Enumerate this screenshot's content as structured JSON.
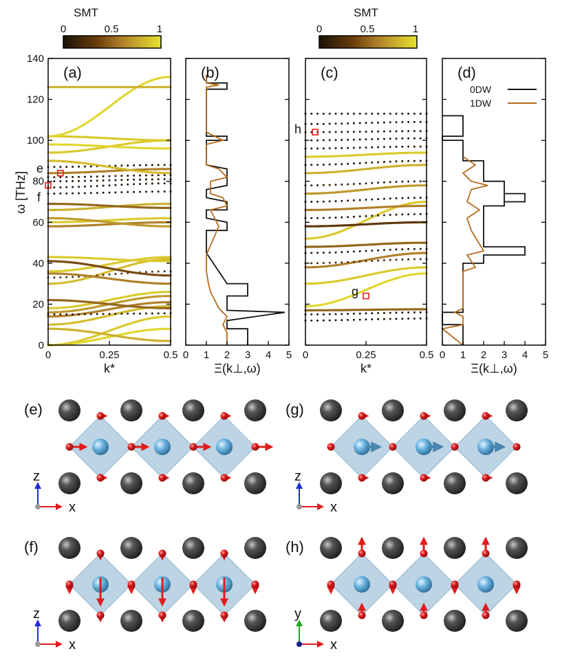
{
  "colorbar": {
    "title": "SMT",
    "ticks": [
      "0",
      "0.5",
      "1"
    ],
    "stops": [
      "#1a1208",
      "#7a4a10",
      "#b8862a",
      "#e6de2c"
    ]
  },
  "panels": {
    "a": {
      "label": "(a)",
      "xlabel": "k*",
      "xticks": [
        "0",
        "0.25",
        "0.5"
      ],
      "flags": [
        {
          "label": "e"
        },
        {
          "label": "f"
        }
      ]
    },
    "b": {
      "label": "(b)",
      "xlabel": "Ξ(k⊥,ω)",
      "xticks": [
        "0",
        "1",
        "2",
        "3",
        "4",
        "5"
      ]
    },
    "c": {
      "label": "(c)",
      "xlabel": "k*",
      "xticks": [
        "0",
        "0.25",
        "0.5"
      ],
      "flags": [
        {
          "label": "g"
        },
        {
          "label": "h"
        }
      ]
    },
    "d": {
      "label": "(d)",
      "xlabel": "Ξ(k⊥,ω)",
      "xticks": [
        "0",
        "1",
        "2",
        "3",
        "4",
        "5"
      ]
    },
    "legend": {
      "items": [
        {
          "name": "0DW",
          "color": "#111111"
        },
        {
          "name": "1DW",
          "color": "#b56b1a"
        }
      ]
    }
  },
  "yaxis": {
    "label": "ω [THz]",
    "ticks": [
      "0",
      "20",
      "40",
      "60",
      "80",
      "100",
      "120",
      "140"
    ]
  },
  "structures": [
    {
      "id": "e",
      "label": "(e)",
      "axes": [
        "z",
        "x"
      ],
      "mode": "horizontal"
    },
    {
      "id": "g",
      "label": "(g)",
      "axes": [
        "z",
        "x"
      ],
      "mode": "center"
    },
    {
      "id": "f",
      "label": "(f)",
      "axes": [
        "z",
        "x"
      ],
      "mode": "vertical"
    },
    {
      "id": "h",
      "label": "(h)",
      "axes": [
        "y",
        "x"
      ],
      "mode": "outer"
    }
  ],
  "colors": {
    "atom_dark": "#3c3c3e",
    "atom_red": "#e01c1c",
    "atom_blue": "#5fa8d6",
    "octahedron": "#a7c6dc"
  },
  "chart_data": [
    {
      "type": "scatter",
      "panel": "a",
      "xlabel": "k*",
      "ylabel": "ω [THz]",
      "xlim": [
        0,
        0.5
      ],
      "ylim": [
        0,
        140
      ],
      "colorbar": "SMT",
      "branches": [
        {
          "y0": 0,
          "y1": 8,
          "c": 0.95
        },
        {
          "y0": 0,
          "y1": 14,
          "c": 0.9
        },
        {
          "y0": 8,
          "y1": 2,
          "c": 0.8
        },
        {
          "y0": 10,
          "y1": 19,
          "c": 0.85
        },
        {
          "y0": 14,
          "y1": 21,
          "c": 0.6
        },
        {
          "y0": 15,
          "y1": 15.5,
          "c": 0.05
        },
        {
          "y0": 16,
          "y1": 24,
          "c": 0.7
        },
        {
          "y0": 18,
          "y1": 26,
          "c": 0.9
        },
        {
          "y0": 22,
          "y1": 18,
          "c": 0.5
        },
        {
          "y0": 30,
          "y1": 42,
          "c": 0.85
        },
        {
          "y0": 33,
          "y1": 36,
          "c": 0.2
        },
        {
          "y0": 35,
          "y1": 30,
          "c": 0.6
        },
        {
          "y0": 36,
          "y1": 43,
          "c": 0.9
        },
        {
          "y0": 41,
          "y1": 34,
          "c": 0.4
        },
        {
          "y0": 43,
          "y1": 41,
          "c": 0.9
        },
        {
          "y0": 58,
          "y1": 60,
          "c": 0.6
        },
        {
          "y0": 60,
          "y1": 62,
          "c": 0.9
        },
        {
          "y0": 62,
          "y1": 58,
          "c": 0.7
        },
        {
          "y0": 66,
          "y1": 69,
          "c": 0.8
        },
        {
          "y0": 69,
          "y1": 67,
          "c": 0.5
        },
        {
          "y0": 74,
          "y1": 75,
          "c": 0.05
        },
        {
          "y0": 77,
          "y1": 79,
          "c": 0.05
        },
        {
          "y0": 80,
          "y1": 81,
          "c": 0.05
        },
        {
          "y0": 82,
          "y1": 83,
          "c": 0.05
        },
        {
          "y0": 84,
          "y1": 86,
          "c": 0.6
        },
        {
          "y0": 87,
          "y1": 88,
          "c": 0.05
        },
        {
          "y0": 90,
          "y1": 84,
          "c": 0.85
        },
        {
          "y0": 94,
          "y1": 100,
          "c": 0.9
        },
        {
          "y0": 98,
          "y1": 96,
          "c": 0.95
        },
        {
          "y0": 102,
          "y1": 100,
          "c": 0.9
        },
        {
          "y0": 102,
          "y1": 131,
          "c": 0.95
        },
        {
          "y0": 126,
          "y1": 126,
          "c": 0.8
        }
      ],
      "markers": [
        {
          "label": "e",
          "k": 0.05,
          "omega": 84
        },
        {
          "label": "f",
          "k": 0.0,
          "omega": 78
        }
      ]
    },
    {
      "type": "line",
      "panel": "b",
      "xlabel": "Ξ(k⊥,ω)",
      "ylabel": "ω [THz]",
      "xlim": [
        0,
        5
      ],
      "ylim": [
        0,
        140
      ],
      "series": [
        {
          "name": "0DW",
          "points": [
            [
              3,
              0
            ],
            [
              3,
              8
            ],
            [
              2,
              8
            ],
            [
              2,
              12
            ],
            [
              4.8,
              16
            ],
            [
              2,
              17
            ],
            [
              2,
              24
            ],
            [
              3,
              24
            ],
            [
              3,
              30
            ],
            [
              2,
              30
            ],
            [
              1,
              45
            ],
            [
              1,
              56
            ],
            [
              2,
              56
            ],
            [
              2,
              60
            ],
            [
              1,
              62
            ],
            [
              1,
              66
            ],
            [
              2,
              66
            ],
            [
              2,
              70
            ],
            [
              1,
              72
            ],
            [
              1,
              76
            ],
            [
              2,
              78
            ],
            [
              2,
              86
            ],
            [
              1,
              88
            ],
            [
              1,
              100
            ],
            [
              2,
              100
            ],
            [
              2,
              102
            ],
            [
              1,
              102
            ],
            [
              1,
              125
            ],
            [
              2,
              125
            ],
            [
              2,
              128
            ],
            [
              1,
              128
            ],
            [
              1,
              132
            ]
          ]
        },
        {
          "name": "1DW",
          "points": [
            [
              2,
              0
            ],
            [
              2,
              6
            ],
            [
              1.8,
              10
            ],
            [
              2,
              14
            ],
            [
              1.6,
              18
            ],
            [
              1.4,
              22
            ],
            [
              1.2,
              26
            ],
            [
              1.1,
              30
            ],
            [
              1.0,
              36
            ],
            [
              1.0,
              44
            ],
            [
              1.6,
              58
            ],
            [
              1.4,
              62
            ],
            [
              1.2,
              66
            ],
            [
              2,
              68
            ],
            [
              1.8,
              72
            ],
            [
              1.2,
              74
            ],
            [
              1.2,
              80
            ],
            [
              2,
              82
            ],
            [
              1.6,
              86
            ],
            [
              1.0,
              88
            ],
            [
              1.0,
              98
            ],
            [
              1.8,
              100
            ],
            [
              1.0,
              104
            ],
            [
              1.0,
              126
            ],
            [
              1.6,
              127
            ],
            [
              1.0,
              128
            ],
            [
              1.0,
              132
            ]
          ]
        }
      ]
    },
    {
      "type": "scatter",
      "panel": "c",
      "xlabel": "k*",
      "ylabel": "ω [THz]",
      "xlim": [
        0,
        0.5
      ],
      "ylim": [
        0,
        140
      ],
      "colorbar": "SMT",
      "branches": [
        {
          "y0": 12,
          "y1": 13,
          "c": 0.05
        },
        {
          "y0": 15,
          "y1": 16,
          "c": 0.05
        },
        {
          "y0": 17,
          "y1": 17.5,
          "c": 0.5
        },
        {
          "y0": 19,
          "y1": 35,
          "c": 0.95
        },
        {
          "y0": 30,
          "y1": 38,
          "c": 0.9
        },
        {
          "y0": 38,
          "y1": 45,
          "c": 0.6
        },
        {
          "y0": 40,
          "y1": 42,
          "c": 0.2
        },
        {
          "y0": 45,
          "y1": 47,
          "c": 0.05
        },
        {
          "y0": 48,
          "y1": 50,
          "c": 0.5
        },
        {
          "y0": 52,
          "y1": 70,
          "c": 0.9
        },
        {
          "y0": 58,
          "y1": 60,
          "c": 0.3
        },
        {
          "y0": 62,
          "y1": 64,
          "c": 0.05
        },
        {
          "y0": 66,
          "y1": 68,
          "c": 0.6
        },
        {
          "y0": 70,
          "y1": 72,
          "c": 0.05
        },
        {
          "y0": 74,
          "y1": 78,
          "c": 0.7
        },
        {
          "y0": 78,
          "y1": 80,
          "c": 0.1
        },
        {
          "y0": 84,
          "y1": 88,
          "c": 0.8
        },
        {
          "y0": 88,
          "y1": 90,
          "c": 0.05
        },
        {
          "y0": 92,
          "y1": 94,
          "c": 0.9
        },
        {
          "y0": 96,
          "y1": 97,
          "c": 0.05
        },
        {
          "y0": 100,
          "y1": 101,
          "c": 0.05
        },
        {
          "y0": 104,
          "y1": 104.5,
          "c": 0.05
        },
        {
          "y0": 108,
          "y1": 109,
          "c": 0.05
        },
        {
          "y0": 113,
          "y1": 113,
          "c": 0.05
        }
      ],
      "markers": [
        {
          "label": "g",
          "k": 0.25,
          "omega": 24
        },
        {
          "label": "h",
          "k": 0.04,
          "omega": 104
        }
      ]
    },
    {
      "type": "line",
      "panel": "d",
      "xlabel": "Ξ(k⊥,ω)",
      "ylabel": "ω [THz]",
      "xlim": [
        0,
        5
      ],
      "ylim": [
        0,
        140
      ],
      "series": [
        {
          "name": "0DW",
          "points": [
            [
              1,
              0
            ],
            [
              1,
              10
            ],
            [
              0,
              10
            ],
            [
              0,
              16
            ],
            [
              1,
              16
            ],
            [
              1,
              40
            ],
            [
              2,
              40
            ],
            [
              2,
              44
            ],
            [
              4,
              44
            ],
            [
              4,
              48
            ],
            [
              2,
              48
            ],
            [
              2,
              68
            ],
            [
              3,
              68
            ],
            [
              3,
              74
            ],
            [
              4,
              74
            ],
            [
              4,
              70
            ],
            [
              3,
              70
            ],
            [
              3,
              80
            ],
            [
              2,
              80
            ],
            [
              2,
              90
            ],
            [
              1,
              90
            ],
            [
              1,
              100
            ],
            [
              0,
              100
            ],
            [
              0,
              102
            ],
            [
              1,
              102
            ],
            [
              1,
              112
            ],
            [
              0,
              112
            ]
          ]
        },
        {
          "name": "1DW",
          "points": [
            [
              1,
              0
            ],
            [
              0,
              8
            ],
            [
              1,
              10
            ],
            [
              1,
              14
            ],
            [
              0.6,
              16
            ],
            [
              1,
              18
            ],
            [
              1,
              36
            ],
            [
              1.6,
              38
            ],
            [
              1.2,
              44
            ],
            [
              2,
              46
            ],
            [
              1.4,
              56
            ],
            [
              1.2,
              62
            ],
            [
              1.8,
              66
            ],
            [
              1.2,
              70
            ],
            [
              1.4,
              76
            ],
            [
              2.2,
              78
            ],
            [
              1.4,
              80
            ],
            [
              1.0,
              84
            ],
            [
              1.6,
              88
            ],
            [
              1.0,
              92
            ]
          ]
        }
      ]
    }
  ]
}
